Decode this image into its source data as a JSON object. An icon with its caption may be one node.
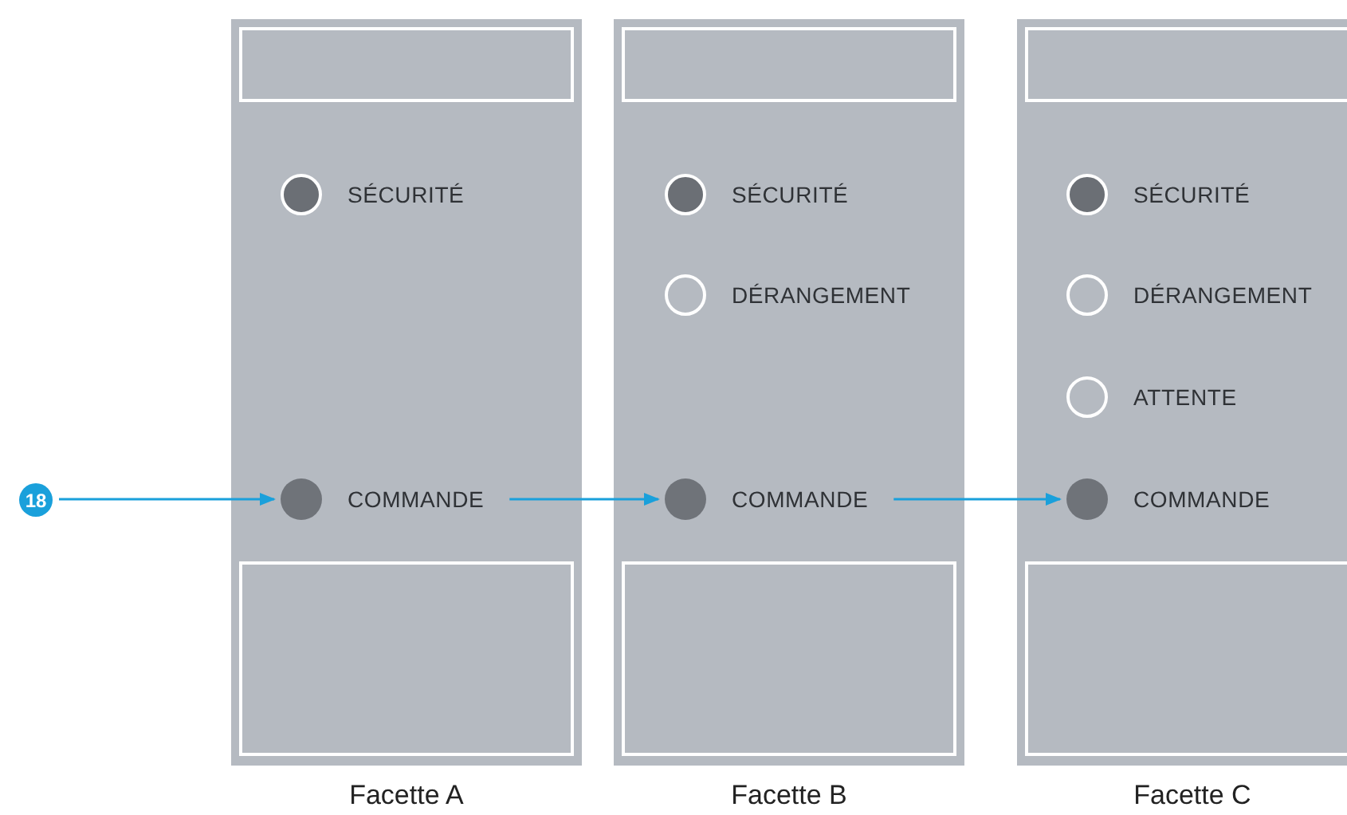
{
  "diagram": {
    "nodes": [
      {
        "text": [],
        "shape": "box",
        "beside": [
          "Facette A"
        ]
      },
      {
        "text": [],
        "shape": "box",
        "in": 0
      },
      {
        "text": [
          "SÉCURITÉ"
        ],
        "in": 0
      },
      {
        "text": [
          "COMMANDE"
        ],
        "in": 0
      },
      {
        "text": [],
        "shape": "box",
        "in": 0
      },
      {
        "text": [],
        "shape": "box",
        "beside": [
          "Facette B"
        ]
      },
      {
        "text": [],
        "shape": "box",
        "in": 5
      },
      {
        "text": [
          "SÉCURITÉ"
        ],
        "in": 5
      },
      {
        "text": [
          "DÉRANGEMENT"
        ],
        "in": 5
      },
      {
        "text": [
          "COMMANDE"
        ],
        "in": 5
      },
      {
        "text": [],
        "shape": "box",
        "in": 5
      },
      {
        "text": [],
        "shape": "box",
        "beside": [
          "Facette C"
        ]
      },
      {
        "text": [],
        "shape": "box",
        "in": 11
      },
      {
        "text": [
          "SÉCURITÉ"
        ],
        "in": 11
      },
      {
        "text": [
          "DÉRANGEMENT"
        ],
        "in": 11
      },
      {
        "text": [
          "ATTENTE"
        ],
        "in": 11
      },
      {
        "text": [
          "COMMANDE"
        ],
        "in": 11
      },
      {
        "text": [],
        "shape": "box",
        "in": 11
      },
      {
        "text": [
          "18"
        ]
      }
    ],
    "edges": [
      {
        "from": 18,
        "to": 3,
        "arrow": "to"
      },
      {
        "from": 3,
        "to": 9,
        "arrow": "to"
      },
      {
        "from": 9,
        "to": 16,
        "arrow": "to"
      }
    ]
  }
}
